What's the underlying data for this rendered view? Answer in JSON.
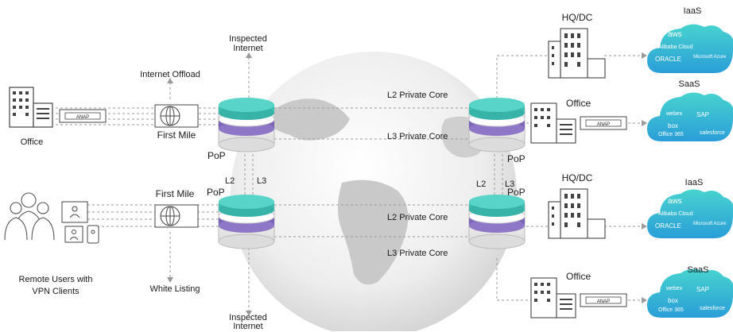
{
  "left": {
    "office_label": "Office",
    "anap_label": "ANAP",
    "first_mile_top": "First Mile",
    "first_mile_bottom": "First Mile",
    "remote_users_line1": "Remote Users with",
    "remote_users_line2": "VPN Clients",
    "internet_offload": "Internet Offload",
    "white_listing": "White Listing",
    "inspected_top_line1": "Inspected",
    "inspected_top_line2": "Internet",
    "inspected_bottom_line1": "Inspected",
    "inspected_bottom_line2": "Internet"
  },
  "core": {
    "pop_labels": [
      "PoP",
      "PoP",
      "PoP",
      "PoP"
    ],
    "l2_private_core_top": "L2 Private Core",
    "l3_private_core_top": "L3 Private Core",
    "l2_private_core_bottom": "L2 Private Core",
    "l3_private_core_bottom": "L3 Private Core",
    "l2_left": "L2",
    "l3_left": "L3",
    "l2_right": "L2",
    "l3_right": "L3"
  },
  "right": {
    "hq_dc_top": "HQ/DC",
    "office_top": "Office",
    "hq_dc_bottom": "HQ/DC",
    "office_bottom": "Office",
    "anap_label": "ANAP",
    "iaas_top": "IaaS",
    "saas_top": "SaaS",
    "iaas_bottom": "IaaS",
    "saas_bottom": "SaaS",
    "iaas_brands": [
      "aws",
      "Alibaba Cloud",
      "ORACLE",
      "Microsoft Azure"
    ],
    "saas_brands": [
      "webex",
      "SAP",
      "box",
      "Office 365",
      "salesforce"
    ]
  },
  "colors": {
    "teal": "#3cc0b4",
    "purple": "#7b63b7",
    "cloud_top": "#3ec7cf",
    "cloud_bottom": "#2a9fd6",
    "line": "#9a9a9a"
  }
}
